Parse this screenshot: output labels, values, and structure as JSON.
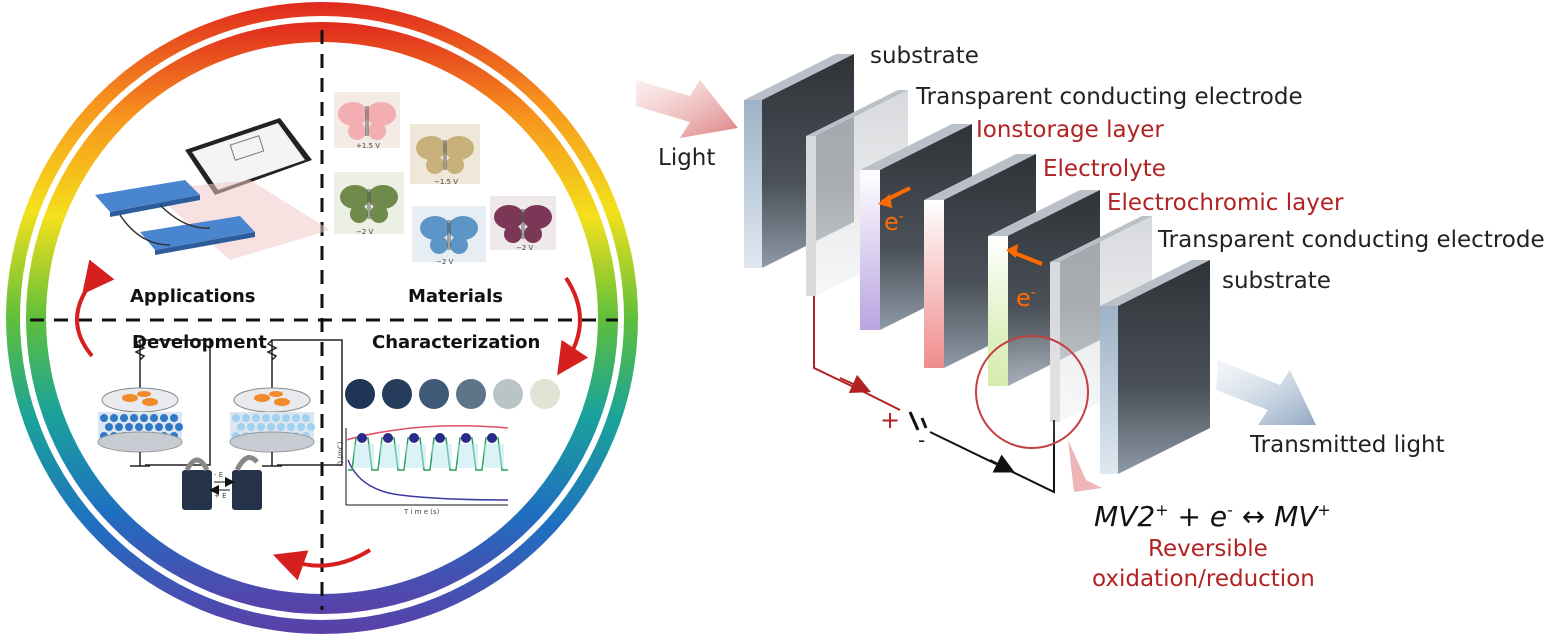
{
  "left_panel": {
    "quadrants": {
      "applications": "Applications",
      "materials": "Materials",
      "development": "Development",
      "characterization": "Characterization"
    },
    "butterfly_labels": [
      "+1.5 V",
      "−1.5 V",
      "−2 V",
      "−2 V",
      "−2 V"
    ],
    "switch_labels": [
      "- E",
      "+ E"
    ],
    "plot_labels": {
      "x_axis": "T i m e  (s)",
      "y_axis": "Q (mC)"
    }
  },
  "right_panel": {
    "light_in": "Light",
    "light_out": "Transmitted light",
    "layers": [
      {
        "key": "substrate_left",
        "label": "substrate",
        "color": "#222222"
      },
      {
        "key": "tce_left",
        "label": "Transparent conducting electrode",
        "color": "#222222"
      },
      {
        "key": "ion_storage",
        "label": "Ionstorage layer",
        "color": "#b22222"
      },
      {
        "key": "electrolyte",
        "label": "Electrolyte",
        "color": "#b22222"
      },
      {
        "key": "electrochromic",
        "label": "Electrochromic layer",
        "color": "#b22222"
      },
      {
        "key": "tce_right",
        "label": "Transparent conducting electrode",
        "color": "#222222"
      },
      {
        "key": "substrate_right",
        "label": "substrate",
        "color": "#222222"
      }
    ],
    "electron_symbol": "e",
    "electron_charge": "-",
    "battery": {
      "plus": "+",
      "minus": "-"
    },
    "equation": {
      "lhs_base": "MV2",
      "lhs_charge": "+",
      "plus": " + ",
      "e": "e",
      "e_charge": "-",
      "arrow": " ↔ ",
      "rhs_base": "MV",
      "rhs_charge": "+"
    },
    "reaction_caption_1": "Reversible",
    "reaction_caption_2": "oxidation/reduction"
  },
  "colors": {
    "accent_red": "#b22222",
    "electron_orange": "#ff6a00",
    "ring_gradient": [
      "#e0281e",
      "#f7941d",
      "#f4e11c",
      "#5fbf3a",
      "#1aa39a",
      "#1f6fc1",
      "#5b3fa8"
    ]
  }
}
